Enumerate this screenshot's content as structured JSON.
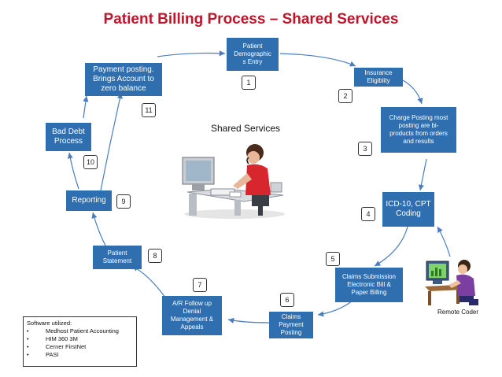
{
  "title": "Patient Billing Process – Shared Services",
  "center_label": "Shared Services",
  "remote_label": "Remote Coder",
  "steps": [
    {
      "lines": [
        "Patient",
        "Demographic",
        "s Entry"
      ],
      "num": "1"
    },
    {
      "lines": [
        "Insurance",
        "Eligiblity"
      ],
      "num": "2"
    },
    {
      "lines": [
        "Charge Posting  most",
        "posting  are bi-",
        "products  from orders",
        "and results"
      ],
      "num": "3"
    },
    {
      "lines": [
        "ICD-10, CPT",
        "Coding"
      ],
      "num": "4"
    },
    {
      "lines": [
        "Claims Submission",
        "Electronic Bill &",
        "Paper Billing"
      ],
      "num": "5"
    },
    {
      "lines": [
        "Claims",
        "Payment",
        "Posting"
      ],
      "num": "6"
    },
    {
      "lines": [
        "A/R Follow up",
        "Denial",
        "Management &",
        "Appeals"
      ],
      "num": "7"
    },
    {
      "lines": [
        "Patient",
        "Statement"
      ],
      "num": "8"
    },
    {
      "lines": [
        "Reporting"
      ],
      "num": "9"
    },
    {
      "lines": [
        "Bad Debt",
        "Process"
      ],
      "num": "10"
    },
    {
      "lines": [
        "Payment posting.",
        "Brings Account to",
        "zero balance"
      ],
      "num": "11"
    }
  ],
  "software": {
    "heading": "Software utilized:",
    "items": [
      "Medhost Patient Accounting",
      "HIM 360 3M",
      "Cerner FirstNet",
      "PASI"
    ]
  },
  "colors": {
    "title": "#c0142a",
    "box": "#2f6fb0",
    "arrow": "#4a7cc0"
  }
}
